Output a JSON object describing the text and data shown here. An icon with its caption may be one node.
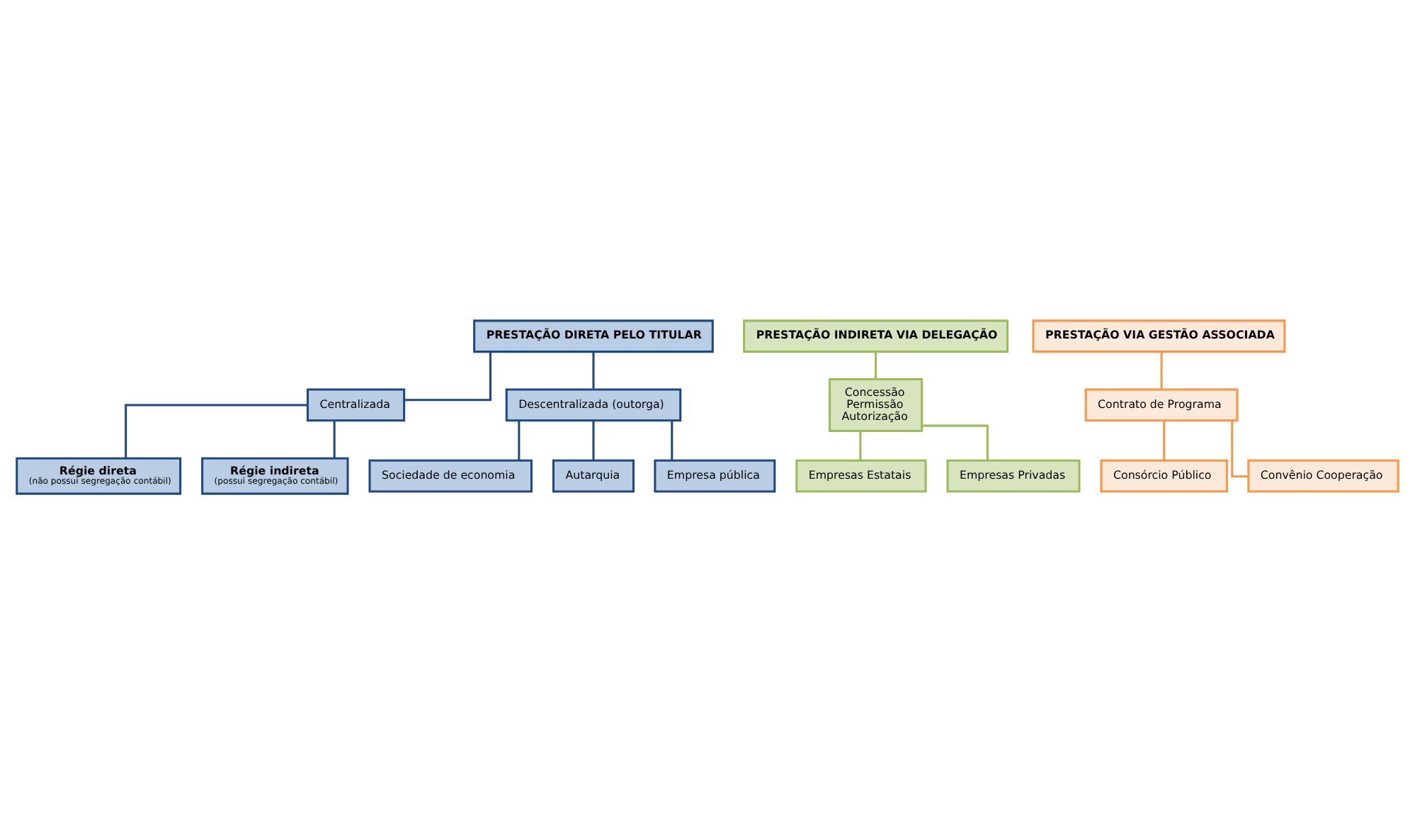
{
  "diagram": {
    "nodes": [
      {
        "text": [
          "PRESTAÇÃO DIRETA PELO TITULAR"
        ]
      },
      {
        "text": [
          "Centralizada"
        ]
      },
      {
        "text": [
          "Descentralizada (outorga)"
        ]
      },
      {
        "text": [
          "Régie direta",
          "(não possui segregação contábil)"
        ]
      },
      {
        "text": [
          "Régie indireta",
          "(possui segregação contábil)"
        ]
      },
      {
        "text": [
          "Autarquia"
        ]
      },
      {
        "text": [
          "Empresa pública"
        ]
      },
      {
        "text": [
          "Sociedade de economia"
        ]
      },
      {
        "text": [
          "PRESTAÇÃO INDIRETA VIA DELEGAÇÃO"
        ]
      },
      {
        "text": [
          "Concessão",
          "Permissão",
          "Autorização"
        ]
      },
      {
        "text": [
          "Empresas Estatais"
        ]
      },
      {
        "text": [
          "Empresas Privadas"
        ]
      },
      {
        "text": [
          "PRESTAÇÃO VIA GESTÃO ASSOCIADA"
        ]
      },
      {
        "text": [
          "Contrato de Programa"
        ]
      },
      {
        "text": [
          "Convênio Cooperação"
        ]
      },
      {
        "text": [
          "Consórcio Público"
        ]
      }
    ],
    "edges": [
      {
        "from": 0,
        "to": 1,
        "arrow": "none"
      },
      {
        "from": 0,
        "to": 2,
        "arrow": "none"
      },
      {
        "from": 1,
        "to": 3,
        "arrow": "none"
      },
      {
        "from": 1,
        "to": 4,
        "arrow": "none"
      },
      {
        "from": 2,
        "to": 5,
        "arrow": "none"
      },
      {
        "from": 2,
        "to": 6,
        "arrow": "none"
      },
      {
        "from": 2,
        "to": 7,
        "arrow": "none"
      },
      {
        "from": 8,
        "to": 9,
        "arrow": "none",
        "color": "#9bbb59"
      },
      {
        "from": 9,
        "to": 10,
        "arrow": "none",
        "color": "#9bbb59"
      },
      {
        "from": 9,
        "to": 11,
        "arrow": "none",
        "color": "#9bbb59"
      },
      {
        "from": 12,
        "to": 13,
        "arrow": "none",
        "color": "#f79646"
      },
      {
        "from": 13,
        "to": 14,
        "arrow": "none",
        "color": "#f79646"
      },
      {
        "from": 13,
        "to": 15,
        "arrow": "none",
        "color": "#f79646"
      }
    ]
  }
}
